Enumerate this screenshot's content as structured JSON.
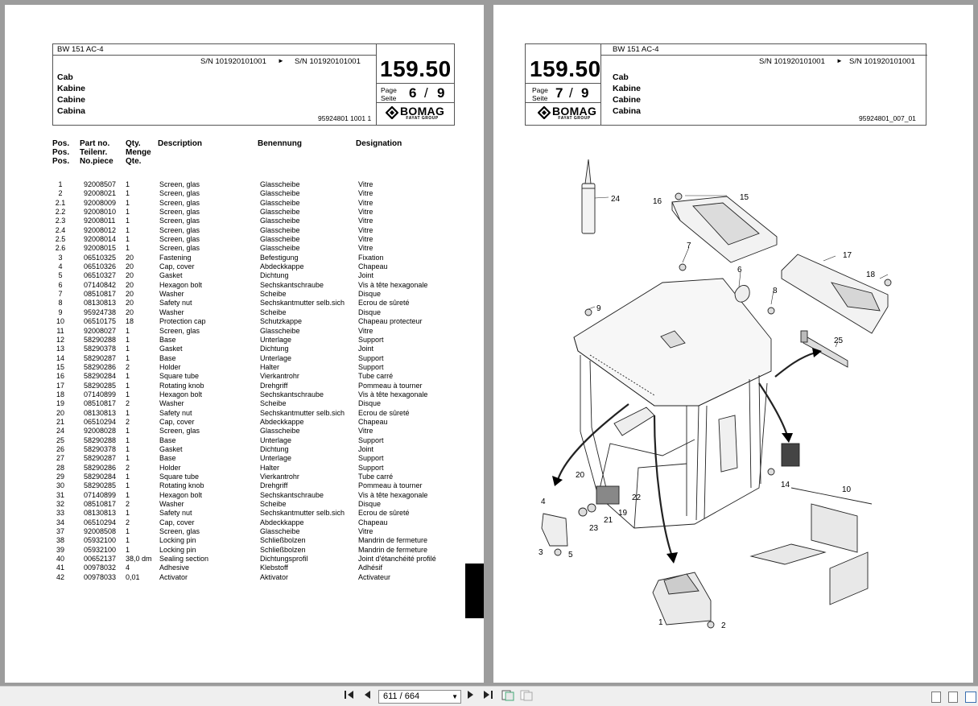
{
  "pages": [
    {
      "model": "BW 151 AC-4",
      "serial_from": "S/N 101920101001",
      "serial_arrow": "►",
      "serial_to": "S/N 101920101001",
      "group": "159.50",
      "page_label_1": "Page",
      "page_label_2": "Seite",
      "page_current": "6",
      "page_sep": "/",
      "page_total": "9",
      "titles": [
        "Cab",
        "Kabine",
        "Cabine",
        "Cabina"
      ],
      "doc_ref": "95924801 1001 1",
      "brand": "BOMAG",
      "brand_sub": "FAYAT GROUP"
    },
    {
      "model": "BW 151 AC-4",
      "serial_from": "S/N 101920101001",
      "serial_arrow": "►",
      "serial_to": "S/N 101920101001",
      "group": "159.50",
      "page_label_1": "Page",
      "page_label_2": "Seite",
      "page_current": "7",
      "page_sep": "/",
      "page_total": "9",
      "titles": [
        "Cab",
        "Kabine",
        "Cabine",
        "Cabina"
      ],
      "doc_ref": "95924801_007_01",
      "brand": "BOMAG",
      "brand_sub": "FAYAT GROUP"
    }
  ],
  "table": {
    "headers": {
      "pos": [
        "Pos.",
        "Pos.",
        "Pos."
      ],
      "part": [
        "Part no.",
        "Teilenr.",
        "No.piece"
      ],
      "qty": [
        "Qty.",
        "Menge",
        "Qte."
      ],
      "desc": "Description",
      "ben": "Benennung",
      "des": "Designation"
    },
    "rows": [
      [
        "1",
        "92008507",
        "1",
        "Screen, glas",
        "Glasscheibe",
        "Vitre"
      ],
      [
        "2",
        "92008021",
        "1",
        "Screen, glas",
        "Glasscheibe",
        "Vitre"
      ],
      [
        "2.1",
        "92008009",
        "1",
        "Screen, glas",
        "Glasscheibe",
        "Vitre"
      ],
      [
        "2.2",
        "92008010",
        "1",
        "Screen, glas",
        "Glasscheibe",
        "Vitre"
      ],
      [
        "2.3",
        "92008011",
        "1",
        "Screen, glas",
        "Glasscheibe",
        "Vitre"
      ],
      [
        "2.4",
        "92008012",
        "1",
        "Screen, glas",
        "Glasscheibe",
        "Vitre"
      ],
      [
        "2.5",
        "92008014",
        "1",
        "Screen, glas",
        "Glasscheibe",
        "Vitre"
      ],
      [
        "2.6",
        "92008015",
        "1",
        "Screen, glas",
        "Glasscheibe",
        "Vitre"
      ],
      [
        "3",
        "06510325",
        "20",
        "Fastening",
        "Befestigung",
        "Fixation"
      ],
      [
        "4",
        "06510326",
        "20",
        "Cap, cover",
        "Abdeckkappe",
        "Chapeau"
      ],
      [
        "5",
        "06510327",
        "20",
        "Gasket",
        "Dichtung",
        "Joint"
      ],
      [
        "6",
        "07140842",
        "20",
        "Hexagon bolt",
        "Sechskantschraube",
        "Vis à tête hexagonale"
      ],
      [
        "7",
        "08510817",
        "20",
        "Washer",
        "Scheibe",
        "Disque"
      ],
      [
        "8",
        "08130813",
        "20",
        "Safety nut",
        "Sechskantmutter selb.sich",
        "Ecrou de sûreté"
      ],
      [
        "9",
        "95924738",
        "20",
        "Washer",
        "Scheibe",
        "Disque"
      ],
      [
        "10",
        "06510175",
        "18",
        "Protection cap",
        "Schutzkappe",
        "Chapeau protecteur"
      ],
      [
        "11",
        "92008027",
        "1",
        "Screen, glas",
        "Glasscheibe",
        "Vitre"
      ],
      [
        "12",
        "58290288",
        "1",
        "Base",
        "Unterlage",
        "Support"
      ],
      [
        "13",
        "58290378",
        "1",
        "Gasket",
        "Dichtung",
        "Joint"
      ],
      [
        "14",
        "58290287",
        "1",
        "Base",
        "Unterlage",
        "Support"
      ],
      [
        "15",
        "58290286",
        "2",
        "Holder",
        "Halter",
        "Support"
      ],
      [
        "16",
        "58290284",
        "1",
        "Square tube",
        "Vierkantrohr",
        "Tube carré"
      ],
      [
        "17",
        "58290285",
        "1",
        "Rotating knob",
        "Drehgriff",
        "Pommeau à tourner"
      ],
      [
        "18",
        "07140899",
        "1",
        "Hexagon bolt",
        "Sechskantschraube",
        "Vis à tête hexagonale"
      ],
      [
        "19",
        "08510817",
        "2",
        "Washer",
        "Scheibe",
        "Disque"
      ],
      [
        "20",
        "08130813",
        "1",
        "Safety nut",
        "Sechskantmutter selb.sich",
        "Ecrou de sûreté"
      ],
      [
        "21",
        "06510294",
        "2",
        "Cap, cover",
        "Abdeckkappe",
        "Chapeau"
      ],
      [
        "24",
        "92008028",
        "1",
        "Screen, glas",
        "Glasscheibe",
        "Vitre"
      ],
      [
        "25",
        "58290288",
        "1",
        "Base",
        "Unterlage",
        "Support"
      ],
      [
        "26",
        "58290378",
        "1",
        "Gasket",
        "Dichtung",
        "Joint"
      ],
      [
        "27",
        "58290287",
        "1",
        "Base",
        "Unterlage",
        "Support"
      ],
      [
        "28",
        "58290286",
        "2",
        "Holder",
        "Halter",
        "Support"
      ],
      [
        "29",
        "58290284",
        "1",
        "Square tube",
        "Vierkantrohr",
        "Tube carré"
      ],
      [
        "30",
        "58290285",
        "1",
        "Rotating knob",
        "Drehgriff",
        "Pommeau à tourner"
      ],
      [
        "31",
        "07140899",
        "1",
        "Hexagon bolt",
        "Sechskantschraube",
        "Vis à tête hexagonale"
      ],
      [
        "32",
        "08510817",
        "2",
        "Washer",
        "Scheibe",
        "Disque"
      ],
      [
        "33",
        "08130813",
        "1",
        "Safety nut",
        "Sechskantmutter selb.sich",
        "Ecrou de sûreté"
      ],
      [
        "34",
        "06510294",
        "2",
        "Cap, cover",
        "Abdeckkappe",
        "Chapeau"
      ],
      [
        "37",
        "92008508",
        "1",
        "Screen, glas",
        "Glasscheibe",
        "Vitre"
      ],
      [
        "38",
        "05932100",
        "1",
        "Locking pin",
        "Schließbolzen",
        "Mandrin de fermeture"
      ],
      [
        "39",
        "05932100",
        "1",
        "Locking pin",
        "Schließbolzen",
        "Mandrin de fermeture"
      ],
      [
        "40",
        "00652137",
        "38,0  dm",
        "Sealing section",
        "Dichtungsprofil",
        "Joint d'étanchéité profilé"
      ],
      [
        "41",
        "00978032",
        "4",
        "Adhesive",
        "Klebstoff",
        "Adhésif"
      ],
      [
        "42",
        "00978033",
        "0,01",
        "Activator",
        "Aktivator",
        "Activateur"
      ]
    ]
  },
  "diagram": {
    "callouts": [
      "1",
      "2",
      "3",
      "4",
      "5",
      "6",
      "7",
      "8",
      "9",
      "10",
      "14",
      "15",
      "16",
      "17",
      "18",
      "19",
      "20",
      "21",
      "22",
      "23",
      "24",
      "25"
    ]
  },
  "toolbar": {
    "page_indicator": "611 / 664",
    "first_icon": "first-page-icon",
    "prev_icon": "prev-page-icon",
    "next_icon": "next-page-icon",
    "last_icon": "last-page-icon"
  }
}
